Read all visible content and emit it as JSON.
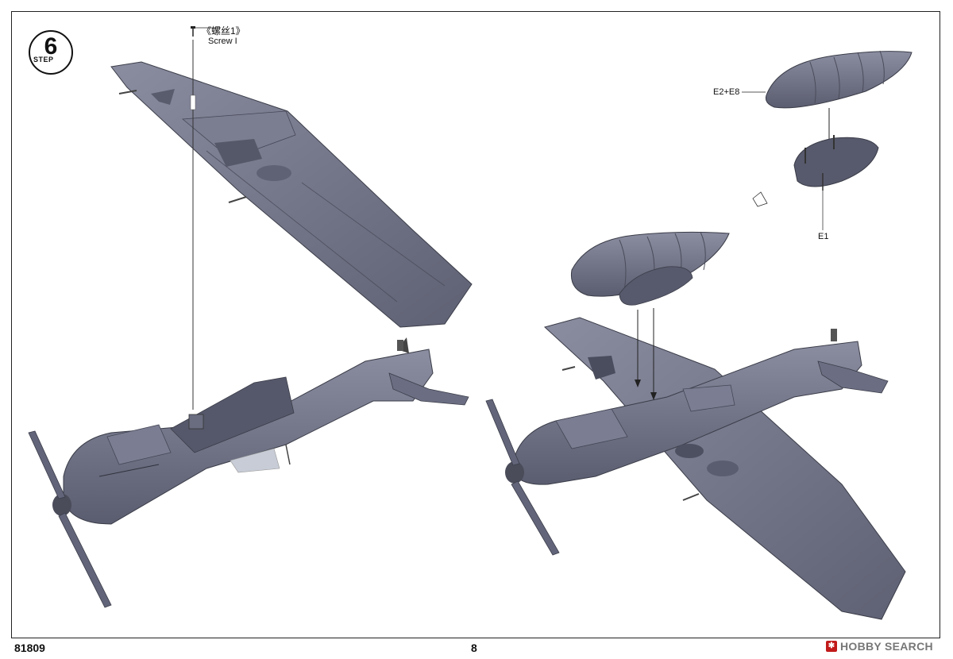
{
  "step": {
    "word": "STEP",
    "number": "6"
  },
  "screw": {
    "label_cn": "《螺丝1》",
    "label_en": "Screw I"
  },
  "parts": {
    "top": "E2+E8",
    "bottom": "E1"
  },
  "footer": {
    "code": "81809",
    "page": "8"
  },
  "watermark": {
    "text": "HOBBY SEARCH",
    "icon": "hobby-search-logo-icon"
  },
  "colors": {
    "part_gray": "#6e7185",
    "part_dark": "#575a6c",
    "part_light": "#8a8da0",
    "line": "#222222"
  }
}
